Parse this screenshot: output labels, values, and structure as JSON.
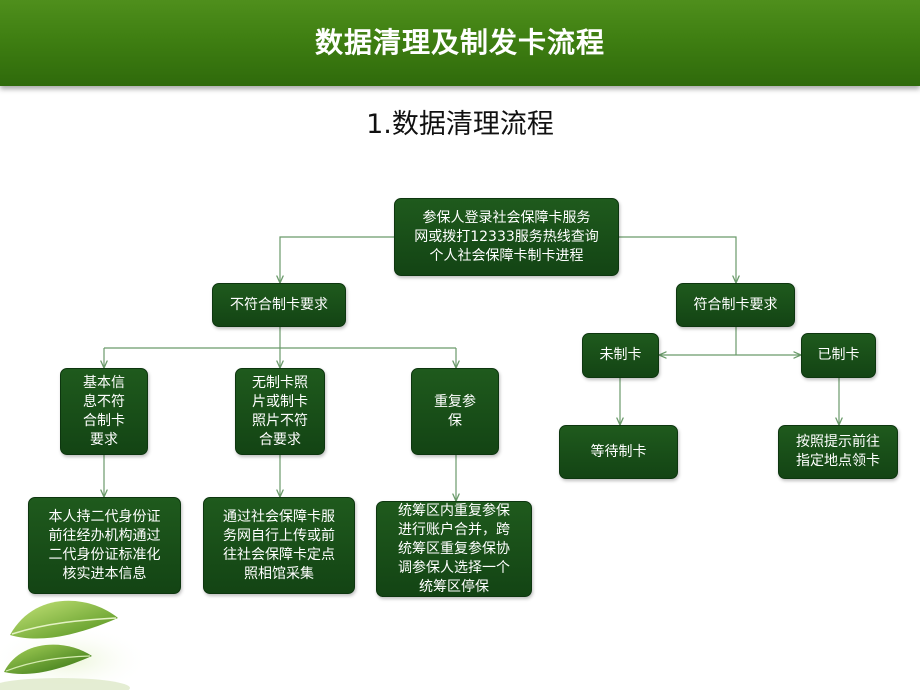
{
  "header": {
    "title": "数据清理及制发卡流程"
  },
  "section": {
    "title": "1.数据清理流程"
  },
  "nodes": {
    "root": "参保人登录社会保障卡服务\n网或拨打12333服务热线查询\n个人社会保障卡制卡进程",
    "not_eligible": "不符合制卡要求",
    "eligible": "符合制卡要求",
    "basic_info": "基本信\n息不符\n合制卡\n要求",
    "no_photo": "无制卡照\n片或制卡\n照片不符\n合要求",
    "duplicate": "重复参\n保",
    "not_made": "未制卡",
    "made": "已制卡",
    "action_basic": "本人持二代身份证\n前往经办机构通过\n二代身份证标准化\n核实进本信息",
    "action_photo": "通过社会保障卡服\n务网自行上传或前\n往社会保障卡定点\n照相馆采集",
    "action_duplicate": "统筹区内重复参保\n进行账户合并，跨\n统筹区重复参保协\n调参保人选择一个\n统筹区停保",
    "wait": "等待制卡",
    "pickup": "按照提示前往\n指定地点领卡"
  },
  "colors": {
    "banner": "#3f7f12",
    "node": "#1a4f1a",
    "line": "#6a9a6a"
  }
}
